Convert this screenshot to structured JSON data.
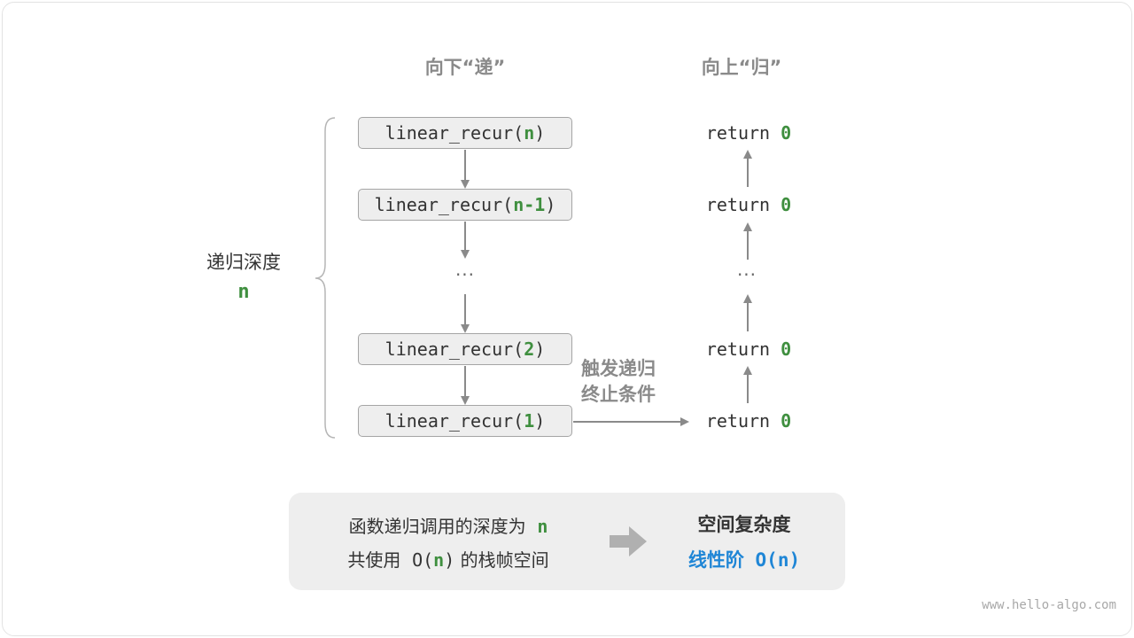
{
  "headers": {
    "down": "向下“递”",
    "up": "向上“归”"
  },
  "calls": [
    {
      "prefix": "linear_recur(",
      "arg": "n",
      "suffix": ")"
    },
    {
      "prefix": "linear_recur(",
      "arg": "n-1",
      "suffix": ")"
    },
    {
      "prefix": "linear_recur(",
      "arg": "2",
      "suffix": ")"
    },
    {
      "prefix": "linear_recur(",
      "arg": "1",
      "suffix": ")"
    }
  ],
  "ellipsis": "···",
  "returns": {
    "keyword": "return",
    "value": "0"
  },
  "depth": {
    "label": "递归深度",
    "var": "n"
  },
  "trigger": {
    "line1": "触发递归",
    "line2": "终止条件"
  },
  "summary": {
    "line1_text": "函数递归调用的深度为",
    "line1_var": "n",
    "line2_pre": "共使用",
    "line2_o": "O(",
    "line2_var": "n",
    "line2_close": ")",
    "line2_post": "的栈帧空间",
    "title": "空间复杂度",
    "result": "线性阶 O(n)"
  },
  "watermark": "www.hello-algo.com",
  "colors": {
    "accent_green": "#3f8f3f",
    "accent_blue": "#1f86d6",
    "muted_gray": "#8a8a8a",
    "box_fill": "#eeeeee",
    "box_border": "#a5a5a5"
  }
}
